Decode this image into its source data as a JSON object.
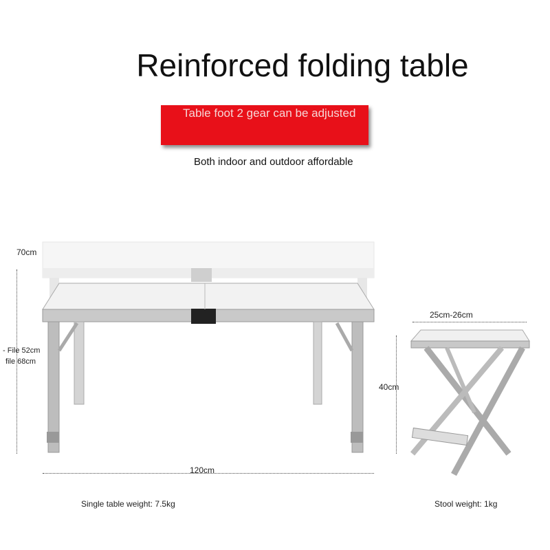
{
  "title": "Reinforced folding table",
  "banner": {
    "text": "Table foot 2 gear can be adjusted",
    "color": "#e81019"
  },
  "subtitle": "Both indoor and outdoor affordable",
  "table": {
    "height_label": "70cm",
    "low_height_label": "- File 52cm",
    "high_height_label": "file 68cm",
    "width_label": "120cm",
    "weight_label": "Single table weight: 7.5kg"
  },
  "stool": {
    "top_label": "25cm-26cm",
    "height_label": "40cm",
    "weight_label": "Stool weight: 1kg"
  }
}
